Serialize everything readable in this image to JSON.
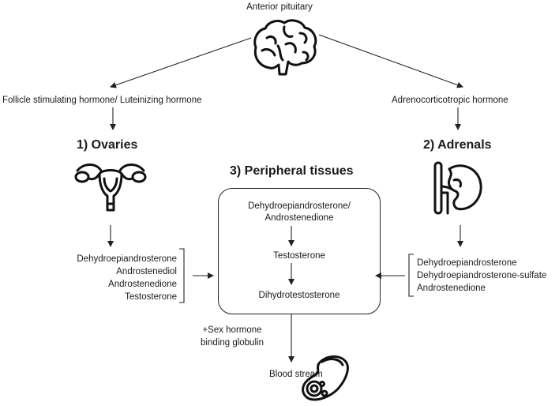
{
  "top": {
    "label": "Anterior pituitary"
  },
  "left_hormone": {
    "label": "Follicle stimulating hormone/  Luteinizing hormone"
  },
  "right_hormone": {
    "label": "Adrenocorticotropic  hormone"
  },
  "ovaries": {
    "heading": "1) Ovaries",
    "products": [
      "Dehydroepiandrosterone",
      "Androstenediol",
      "Androstenedione",
      "Testosterone"
    ]
  },
  "adrenals": {
    "heading": "2) Adrenals",
    "products": [
      "Dehydroepiandrosterone",
      "Dehydroepiandrosterone-sulfate",
      "Androstenedione"
    ]
  },
  "peripheral": {
    "heading": "3) Peripheral tissues",
    "step1_line1": "Dehydroepiandrosterone/",
    "step1_line2": "Androstenedione",
    "step2": "Testosterone",
    "step3": "Dihydrotestosterone"
  },
  "shbg": {
    "line1": "+Sex hormone",
    "line2": "binding globulin"
  },
  "bloodstream": {
    "label": "Blood stream"
  },
  "icons": [
    "brain-icon",
    "uterus-icon",
    "kidney-icon",
    "blood-vessel-icon"
  ]
}
